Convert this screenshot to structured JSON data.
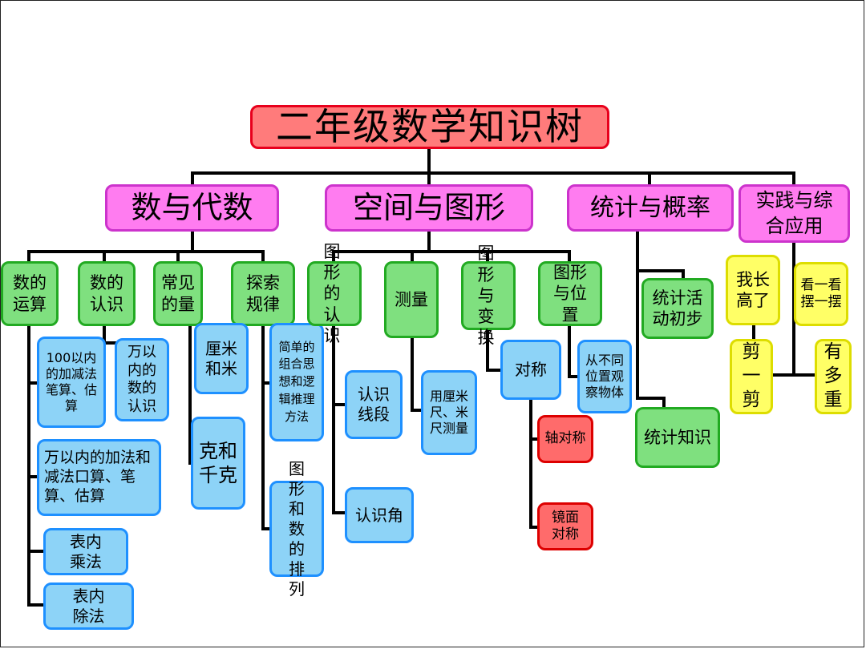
{
  "title": "二年级数学知识树",
  "categories": {
    "algebra": "数与代数",
    "geometry": "空间与图形",
    "statistics": "统计与概率",
    "practice": "实践与综合应用"
  },
  "algebra": {
    "operations": "数的运算",
    "number_recognition": "数的认识",
    "common_quantities": "常见的量",
    "patterns": "探索规律",
    "addsub_100": "100以内的加减法笔算、估算",
    "recognize_10000": "万以内的数的认识",
    "addsub_10000": "万以内的加法和减法口算、笔算、估算",
    "times_table": "表内乘法",
    "table_division": "表内除法",
    "cm_m": "厘米和米",
    "g_kg": "克和千克",
    "logic": "简单的组合思想和逻辑推理方法",
    "arrangement": "图形和数的排列"
  },
  "geometry": {
    "shape_recognition": "图形的认识",
    "measurement": "测量",
    "transformation": "图形与变换",
    "position": "图形与位置",
    "line_segments": "认识线段",
    "angles": "认识角",
    "ruler_measure": "用厘米尺、米尺测量",
    "symmetry": "对称",
    "axial_symmetry": "轴对称",
    "mirror_symmetry": "镜面对称",
    "view_positions": "从不同位置观察物体"
  },
  "statistics": {
    "activities": "统计活动初步",
    "knowledge": "统计知识"
  },
  "practice": {
    "grown_taller": "我长高了",
    "look_arrange": "看一看摆一摆",
    "cut": "剪一剪",
    "weight": "有多重"
  },
  "colors": {
    "root_fill": "#ff7b7b",
    "category_fill": "#ff7cf0",
    "level2_fill": "#7fe07f",
    "leaf_fill": "#8dd3f7",
    "symmetry_fill": "#ff6b6b",
    "practice_fill": "#ffff66",
    "line": "#000000"
  }
}
